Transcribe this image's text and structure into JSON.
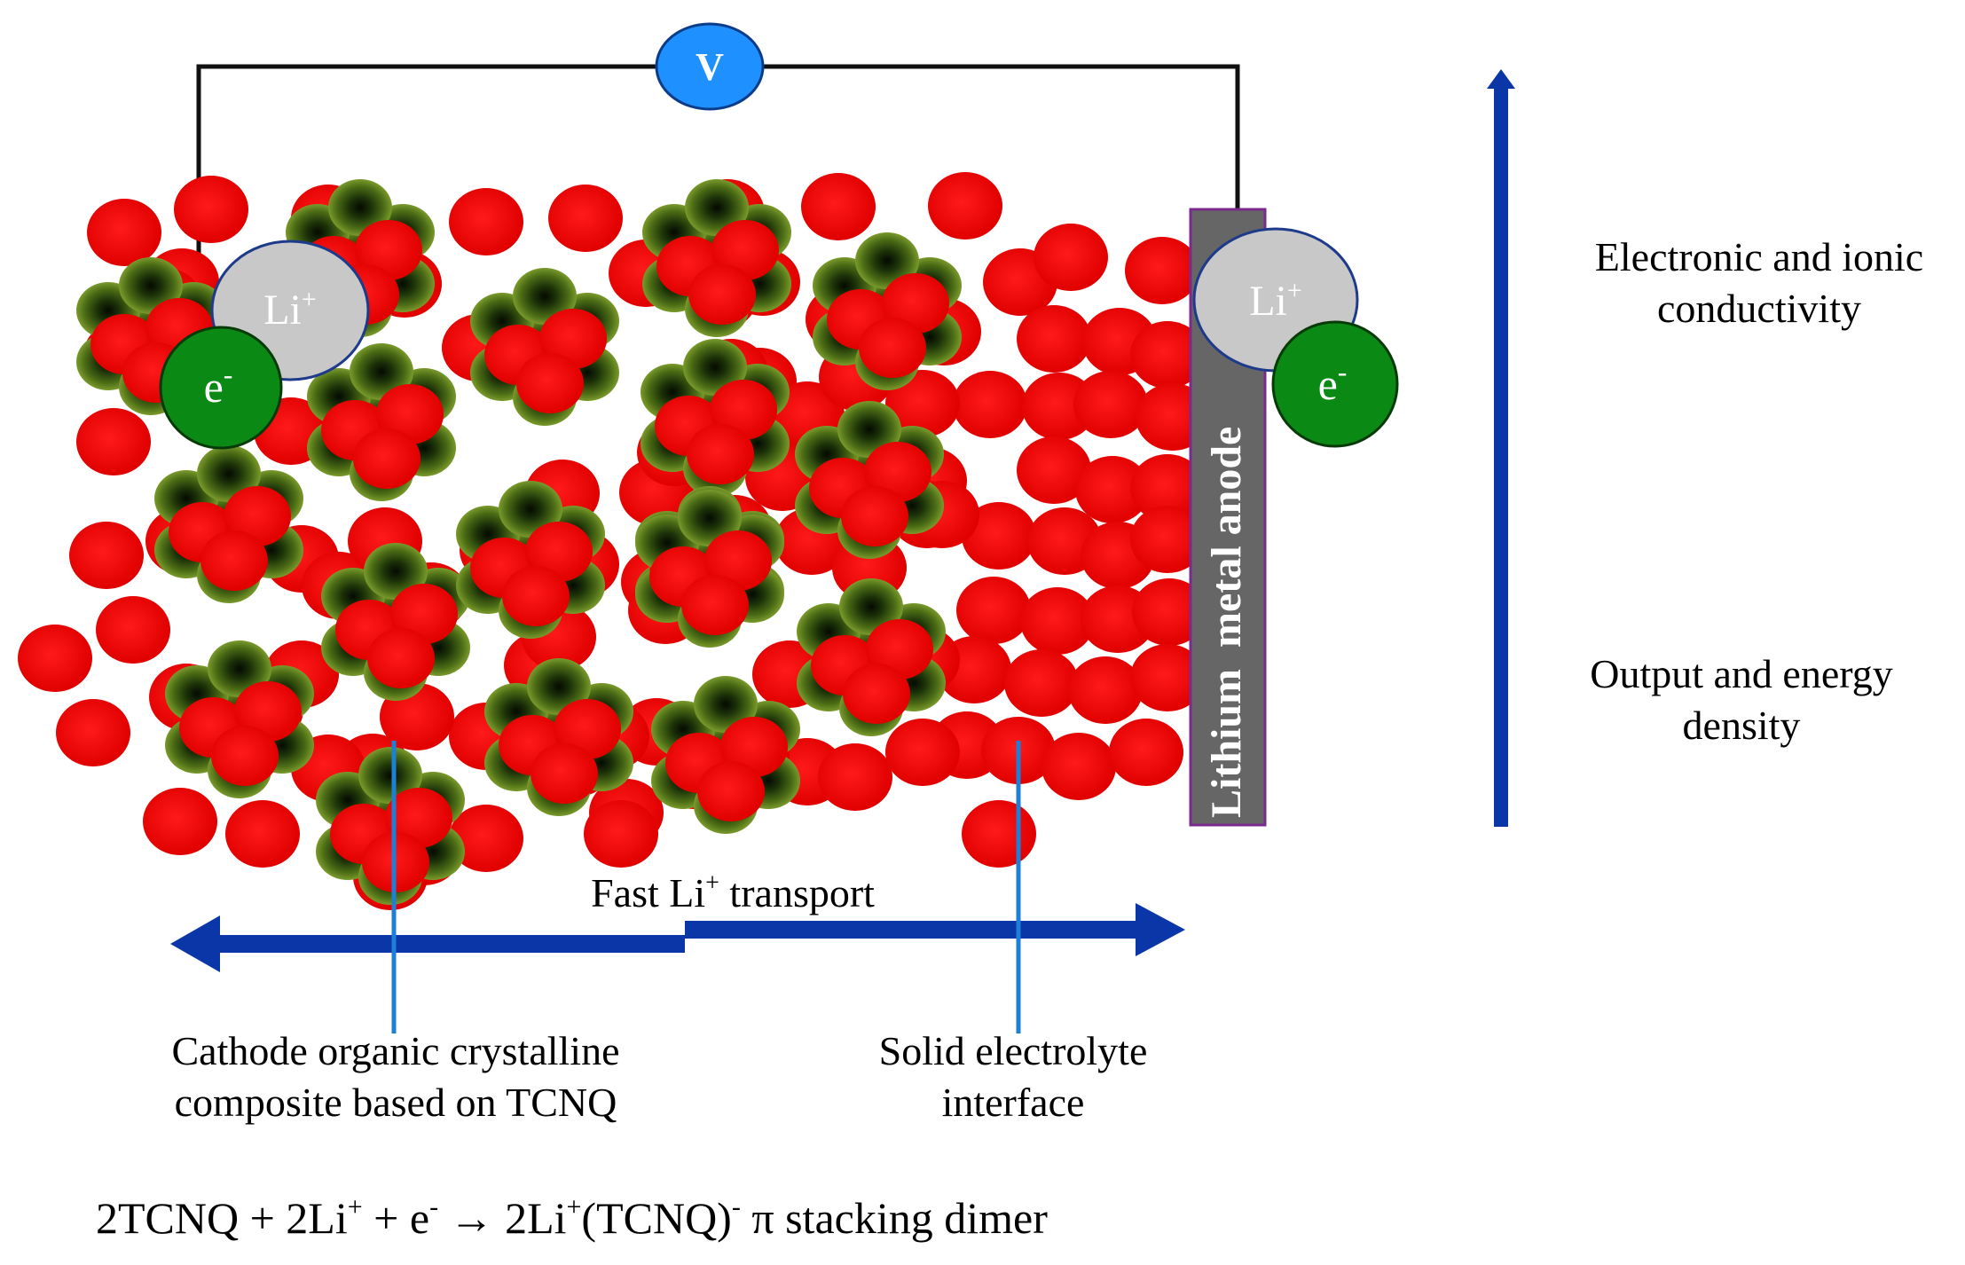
{
  "voltmeter": {
    "label": "V"
  },
  "cathode_ion": {
    "li": "Li",
    "li_sup": "+",
    "e": "e",
    "e_sup": "-"
  },
  "anode_ion": {
    "li": "Li",
    "li_sup": "+",
    "e": "e",
    "e_sup": "-"
  },
  "anode_label": "Lithium  metal anode",
  "transport": {
    "pre": "Fast Li",
    "sup": "+",
    "post": " transport"
  },
  "labels": {
    "cathode_line1": "Cathode organic crystalline",
    "cathode_line2": "composite based on TCNQ",
    "sei_line1": "Solid electrolyte",
    "sei_line2": "interface",
    "conductivity_line1": "Electronic and ionic",
    "conductivity_line2": "conductivity",
    "output_line1": "Output and energy",
    "output_line2": "density"
  },
  "equation": {
    "p1": "2TCNQ + 2Li",
    "s1": "+",
    "p2": " + e",
    "s2": "-",
    "p3": " → 2Li",
    "s3": "+",
    "p4": "(TCNQ)",
    "s4": "-",
    "p5": " π stacking dimer"
  },
  "colors": {
    "electrolyte_particle": "#ff0000",
    "tcnq_particle_outer": "#6b8e23",
    "tcnq_particle_core": "#0b1a05",
    "voltmeter": "#1e90ff",
    "li_ion": "#c8c8c8",
    "electron": "#0a8a14",
    "anode": "#666666",
    "arrow": "#0a36a8",
    "pointer": "#1e7fd6"
  }
}
